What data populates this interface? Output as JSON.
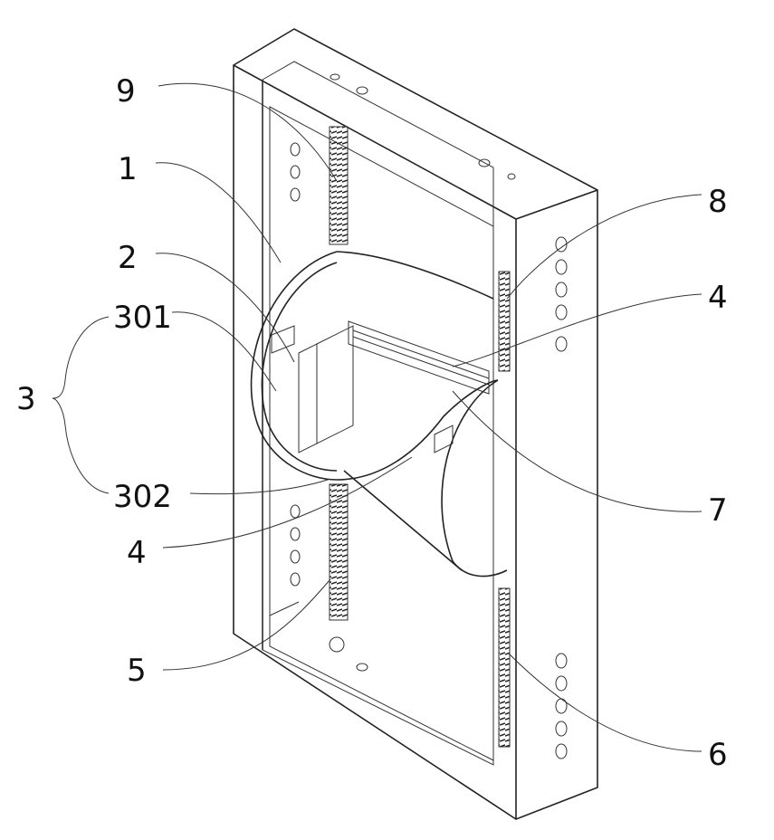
{
  "figure": {
    "labels": {
      "l9": "9",
      "l1": "1",
      "l2": "2",
      "l301": "301",
      "l3": "3",
      "l302": "302",
      "l4a": "4",
      "l5": "5",
      "l8": "8",
      "l4b": "4",
      "l7": "7",
      "l6": "6"
    }
  }
}
